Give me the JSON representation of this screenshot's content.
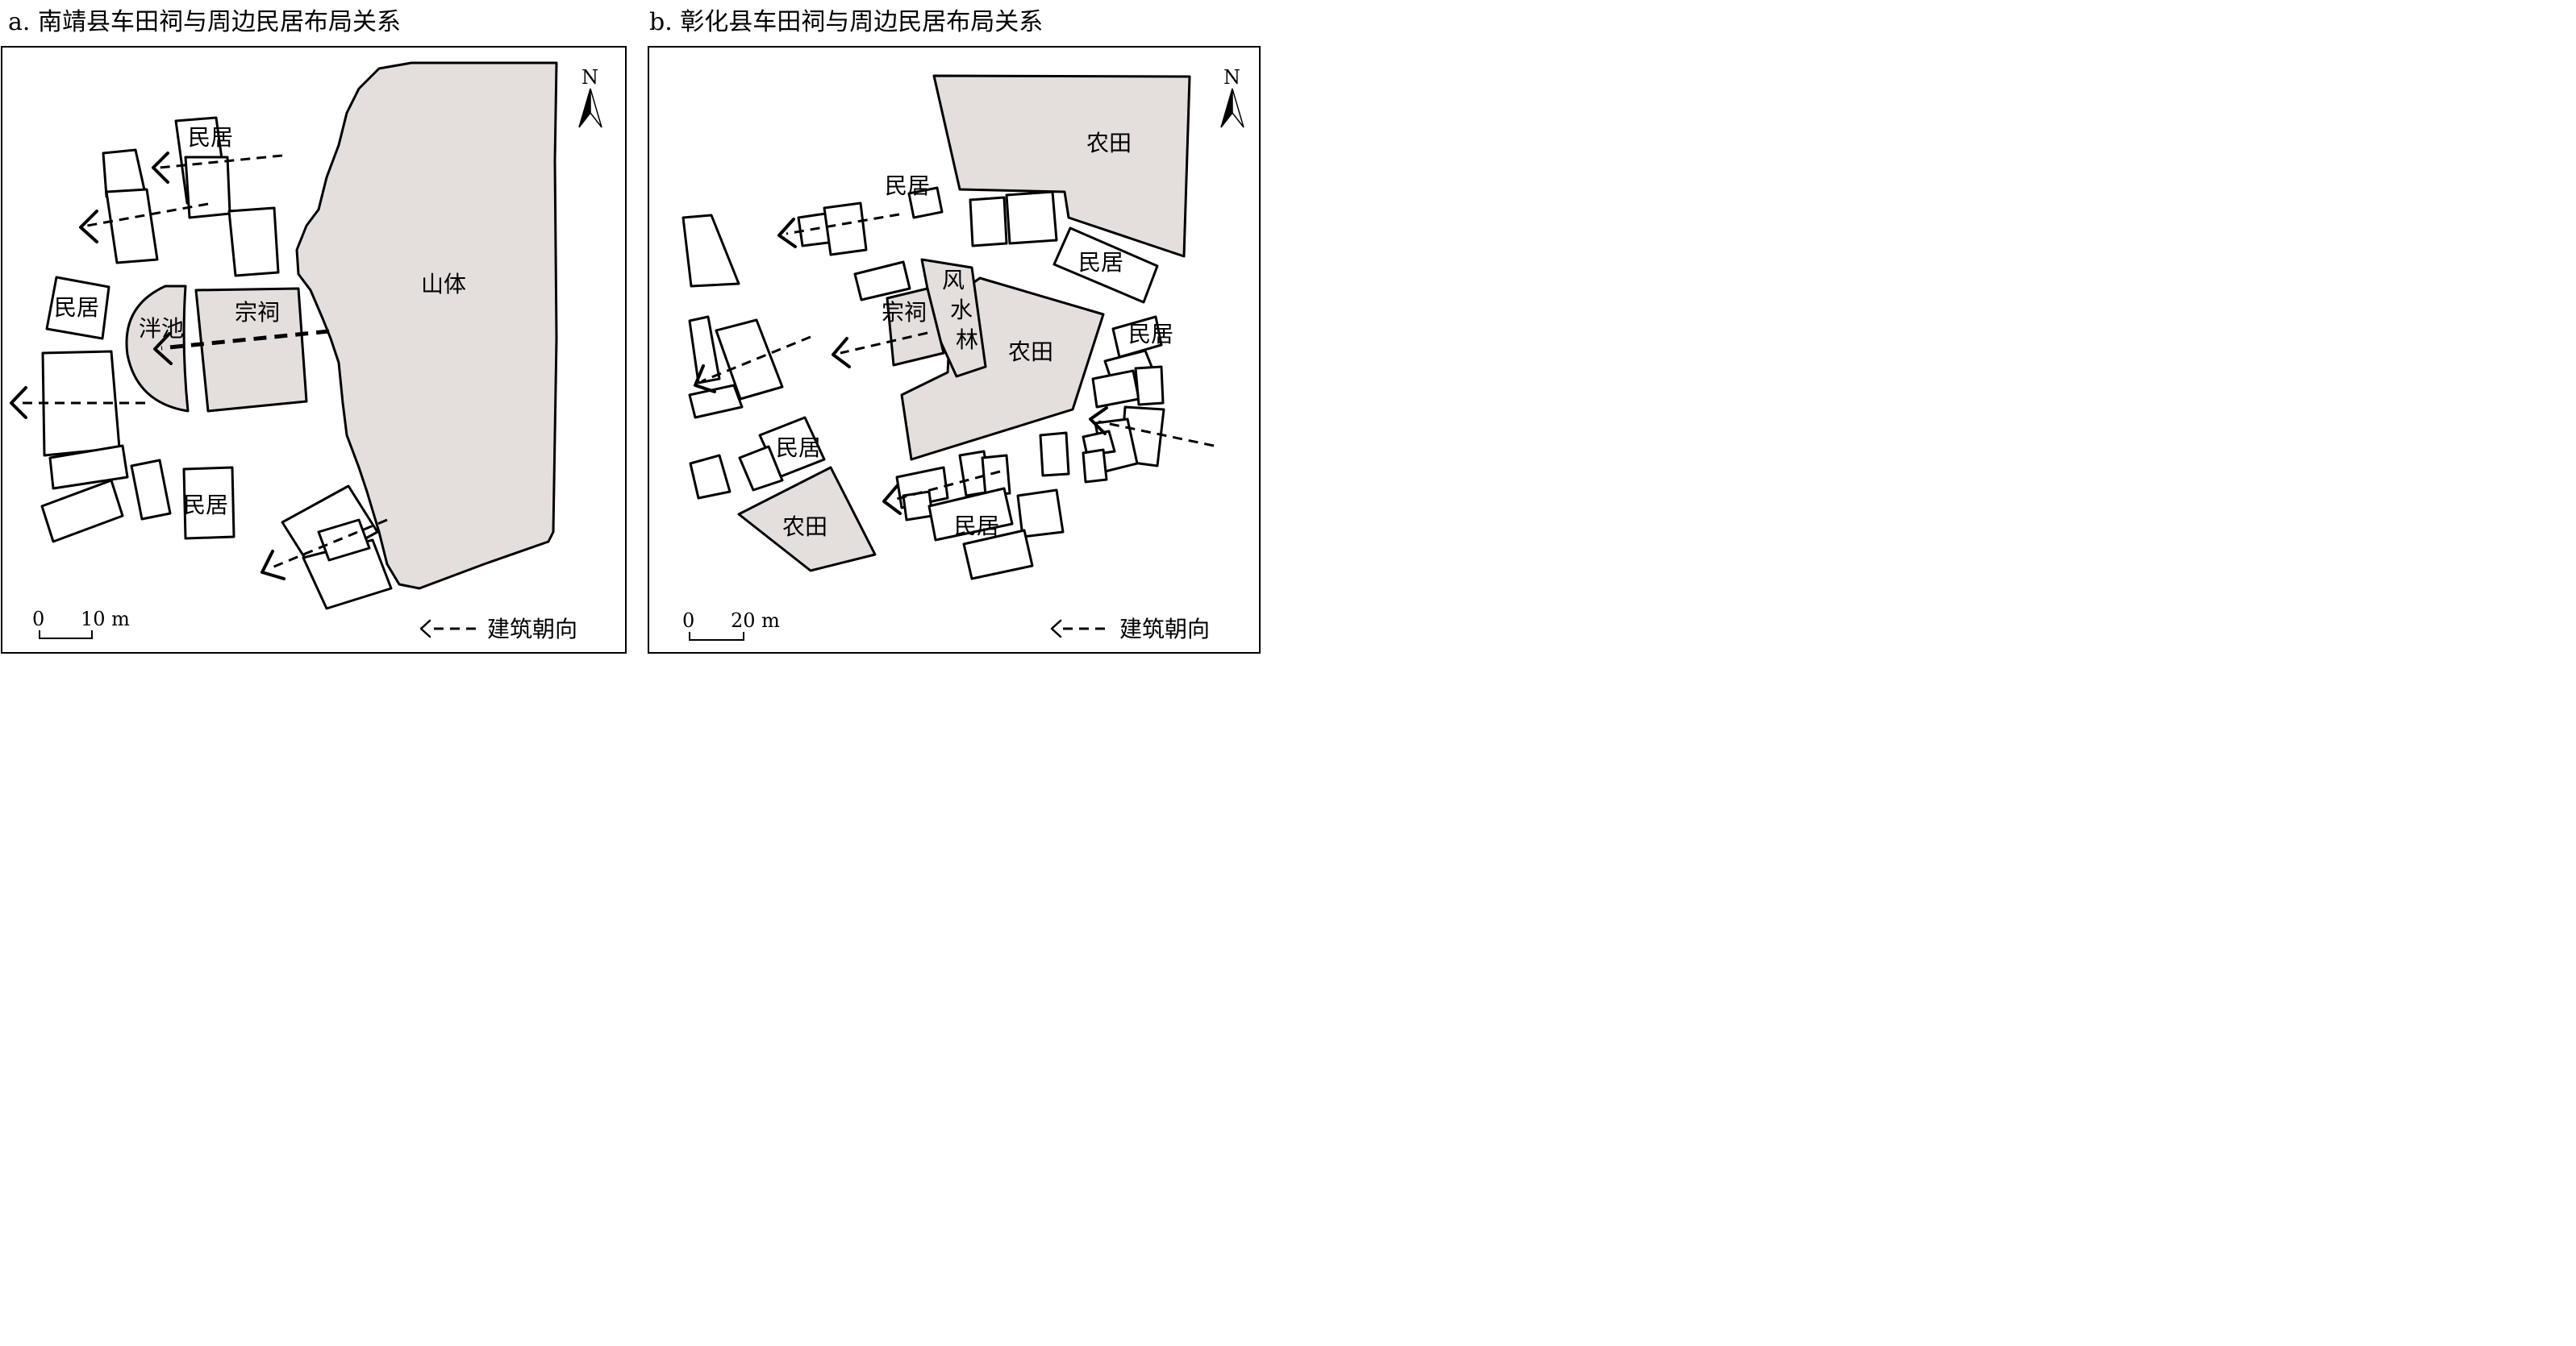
{
  "panel_a": {
    "title": "a. 南靖县车田祠与周边民居布局关系",
    "labels": {
      "minju_top": "民居",
      "minju_left": "民居",
      "minju_bottom": "民居",
      "panchi": "泮池",
      "zongci": "宗祠",
      "shanti": "山体"
    },
    "north": "N",
    "scale": {
      "zero": "0",
      "value": "10 m"
    },
    "legend": "建筑朝向"
  },
  "panel_b": {
    "title": "b. 彰化县车田祠与周边民居布局关系",
    "labels": {
      "nongtian_top": "农田",
      "minju_top": "民居",
      "minju_right": "民居",
      "feng": "风",
      "shui": "水",
      "lin": "林",
      "zongci": "宗祠",
      "nongtian_center": "农田",
      "minju_right2": "民居",
      "minju_left": "民居",
      "nongtian_bottom": "农田",
      "minju_bottom": "民居"
    },
    "north": "N",
    "scale": {
      "zero": "0",
      "value": "20 m"
    },
    "legend": "建筑朝向"
  },
  "colors": {
    "gray_fill": "#e4dedd",
    "stroke": "#000000"
  }
}
